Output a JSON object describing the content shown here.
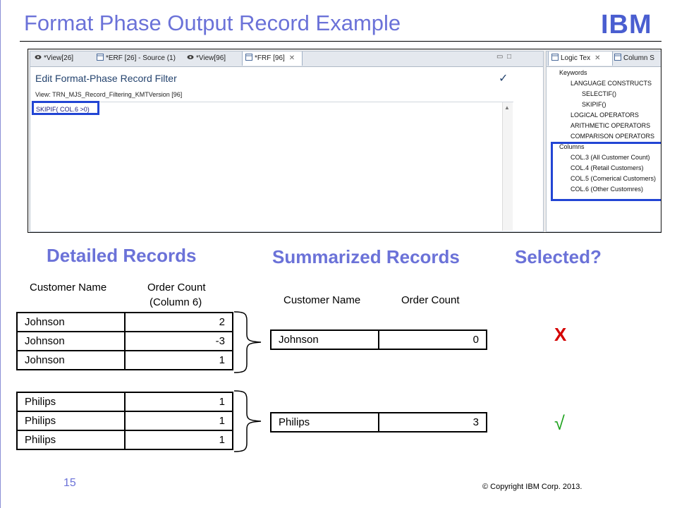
{
  "slide": {
    "title": "Format Phase Output Record Example",
    "logo_text": "IBM",
    "page_number": "15",
    "copyright": "© Copyright  IBM Corp. 2013."
  },
  "screenshot": {
    "editor_tabs": [
      {
        "label": "*View[26]",
        "icon": "view-icon"
      },
      {
        "label": "*ERF [26] - Source (1)",
        "icon": "document-icon"
      },
      {
        "label": "*View[96]",
        "icon": "view-icon"
      },
      {
        "label": "*FRF [96]",
        "icon": "document-icon",
        "active": true
      }
    ],
    "editor_title": "Edit Format-Phase Record Filter",
    "view_line": "View: TRN_MJS_Record_Filtering_KMTVersion [96]",
    "code_text": "SKIPIF( COL.6 >0)",
    "checkmark": "✓",
    "side_tabs": [
      {
        "label": "Logic Tex"
      },
      {
        "label": "Column S"
      }
    ],
    "tree": [
      {
        "label": "Keywords",
        "level": 0
      },
      {
        "label": "LANGUAGE CONSTRUCTS",
        "level": 1
      },
      {
        "label": "SELECTIF()",
        "level": 2
      },
      {
        "label": "SKIPIF()",
        "level": 2
      },
      {
        "label": "LOGICAL OPERATORS",
        "level": 1
      },
      {
        "label": "ARITHMETIC OPERATORS",
        "level": 1
      },
      {
        "label": "COMPARISON OPERATORS",
        "level": 1
      },
      {
        "label": "Columns",
        "level": 0
      },
      {
        "label": "COL.3 (All Customer Count)",
        "level": 1
      },
      {
        "label": "COL.4 (Retail Customers)",
        "level": 1
      },
      {
        "label": "COL.5 (Comerical Customers)",
        "level": 1
      },
      {
        "label": "COL.6 (Other Customres)",
        "level": 1
      }
    ],
    "highlight_color": "#2245d4"
  },
  "detailed": {
    "header": "Detailed Records",
    "col_name": "Customer Name",
    "col_count_line1": "Order Count",
    "col_count_line2": "(Column 6)",
    "groups": [
      {
        "rows": [
          [
            "Johnson",
            "2"
          ],
          [
            "Johnson",
            "-3"
          ],
          [
            "Johnson",
            "1"
          ]
        ]
      },
      {
        "rows": [
          [
            "Philips",
            "1"
          ],
          [
            "Philips",
            "1"
          ],
          [
            "Philips",
            "1"
          ]
        ]
      }
    ]
  },
  "summarized": {
    "header": "Summarized Records",
    "col_name": "Customer Name",
    "col_count": "Order Count",
    "rows": [
      [
        "Johnson",
        "0"
      ],
      [
        "Philips",
        "3"
      ]
    ]
  },
  "selected": {
    "header": "Selected?",
    "marks": [
      "X",
      "√"
    ],
    "colors": {
      "rejected": "#d40000",
      "selected": "#1aa11a"
    }
  },
  "colors": {
    "accent": "#6b72d8",
    "logo": "#4a5ed0"
  }
}
